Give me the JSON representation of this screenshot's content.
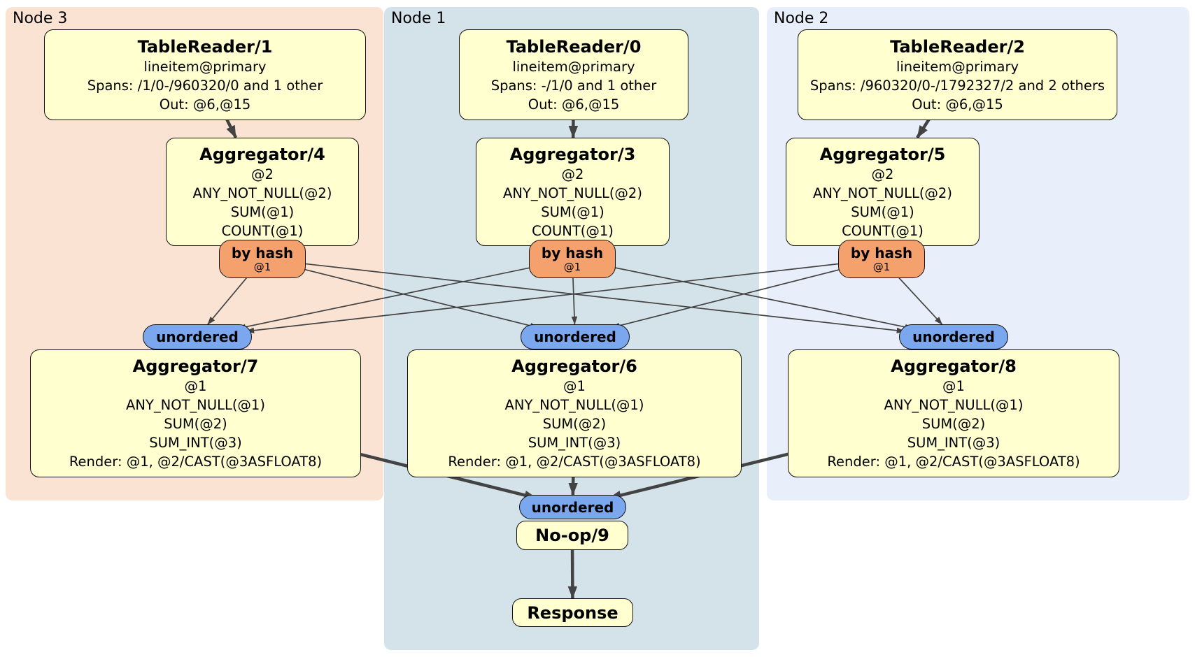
{
  "diagram": {
    "regions": [
      {
        "id": "node3",
        "label": "Node 3"
      },
      {
        "id": "node1",
        "label": "Node 1"
      },
      {
        "id": "node2",
        "label": "Node 2"
      }
    ],
    "nodes": [
      {
        "id": "tablereader1",
        "kind": "processor",
        "title": "TableReader/1",
        "lines": [
          "lineitem@primary",
          "Spans: /1/0-/960320/0 and 1 other",
          "Out: @6,@15"
        ]
      },
      {
        "id": "tablereader0",
        "kind": "processor",
        "title": "TableReader/0",
        "lines": [
          "lineitem@primary",
          "Spans: -/1/0 and 1 other",
          "Out: @6,@15"
        ]
      },
      {
        "id": "tablereader2",
        "kind": "processor",
        "title": "TableReader/2",
        "lines": [
          "lineitem@primary",
          "Spans: /960320/0-/1792327/2 and 2 others",
          "Out: @6,@15"
        ]
      },
      {
        "id": "aggregator4",
        "kind": "processor",
        "title": "Aggregator/4",
        "lines": [
          "@2",
          "ANY_NOT_NULL(@2)",
          "SUM(@1)",
          "COUNT(@1)"
        ]
      },
      {
        "id": "aggregator3",
        "kind": "processor",
        "title": "Aggregator/3",
        "lines": [
          "@2",
          "ANY_NOT_NULL(@2)",
          "SUM(@1)",
          "COUNT(@1)"
        ]
      },
      {
        "id": "aggregator5",
        "kind": "processor",
        "title": "Aggregator/5",
        "lines": [
          "@2",
          "ANY_NOT_NULL(@2)",
          "SUM(@1)",
          "COUNT(@1)"
        ]
      },
      {
        "id": "byhash4",
        "kind": "router",
        "title": "by hash",
        "sub": "@1"
      },
      {
        "id": "byhash3",
        "kind": "router",
        "title": "by hash",
        "sub": "@1"
      },
      {
        "id": "byhash5",
        "kind": "router",
        "title": "by hash",
        "sub": "@1"
      },
      {
        "id": "unordered7",
        "kind": "sync",
        "title": "unordered"
      },
      {
        "id": "unordered6",
        "kind": "sync",
        "title": "unordered"
      },
      {
        "id": "unordered8",
        "kind": "sync",
        "title": "unordered"
      },
      {
        "id": "aggregator7",
        "kind": "processor",
        "title": "Aggregator/7",
        "lines": [
          "@1",
          "ANY_NOT_NULL(@1)",
          "SUM(@2)",
          "SUM_INT(@3)",
          "Render: @1, @2/CAST(@3ASFLOAT8)"
        ]
      },
      {
        "id": "aggregator6",
        "kind": "processor",
        "title": "Aggregator/6",
        "lines": [
          "@1",
          "ANY_NOT_NULL(@1)",
          "SUM(@2)",
          "SUM_INT(@3)",
          "Render: @1, @2/CAST(@3ASFLOAT8)"
        ]
      },
      {
        "id": "aggregator8",
        "kind": "processor",
        "title": "Aggregator/8",
        "lines": [
          "@1",
          "ANY_NOT_NULL(@1)",
          "SUM(@2)",
          "SUM_INT(@3)",
          "Render: @1, @2/CAST(@3ASFLOAT8)"
        ]
      },
      {
        "id": "unordered9",
        "kind": "sync",
        "title": "unordered"
      },
      {
        "id": "noop9",
        "kind": "processor",
        "title": "No-op/9",
        "lines": []
      },
      {
        "id": "response",
        "kind": "processor",
        "title": "Response",
        "lines": []
      }
    ],
    "edges": [
      {
        "from": "tablereader1",
        "to": "aggregator4",
        "weight": "thick"
      },
      {
        "from": "tablereader0",
        "to": "aggregator3",
        "weight": "thick"
      },
      {
        "from": "tablereader2",
        "to": "aggregator5",
        "weight": "thick"
      },
      {
        "from": "byhash4",
        "to": "unordered7",
        "weight": "thin"
      },
      {
        "from": "byhash4",
        "to": "unordered6",
        "weight": "thin"
      },
      {
        "from": "byhash4",
        "to": "unordered8",
        "weight": "thin"
      },
      {
        "from": "byhash3",
        "to": "unordered7",
        "weight": "thin"
      },
      {
        "from": "byhash3",
        "to": "unordered6",
        "weight": "thin"
      },
      {
        "from": "byhash3",
        "to": "unordered8",
        "weight": "thin"
      },
      {
        "from": "byhash5",
        "to": "unordered7",
        "weight": "thin"
      },
      {
        "from": "byhash5",
        "to": "unordered6",
        "weight": "thin"
      },
      {
        "from": "byhash5",
        "to": "unordered8",
        "weight": "thin"
      },
      {
        "from": "aggregator7",
        "to": "unordered9",
        "weight": "thick"
      },
      {
        "from": "aggregator6",
        "to": "unordered9",
        "weight": "thick"
      },
      {
        "from": "aggregator8",
        "to": "unordered9",
        "weight": "thick"
      },
      {
        "from": "noop9",
        "to": "response",
        "weight": "thick"
      }
    ],
    "colors": {
      "node3_bg": "#fbe3d4",
      "node1_bg": "#d4e2ea",
      "node2_bg": "#e9effa",
      "processor_fill": "#ffffcf",
      "router_fill": "#f5a16d",
      "sync_fill": "#7aa7ee",
      "edge": "#434343"
    }
  }
}
